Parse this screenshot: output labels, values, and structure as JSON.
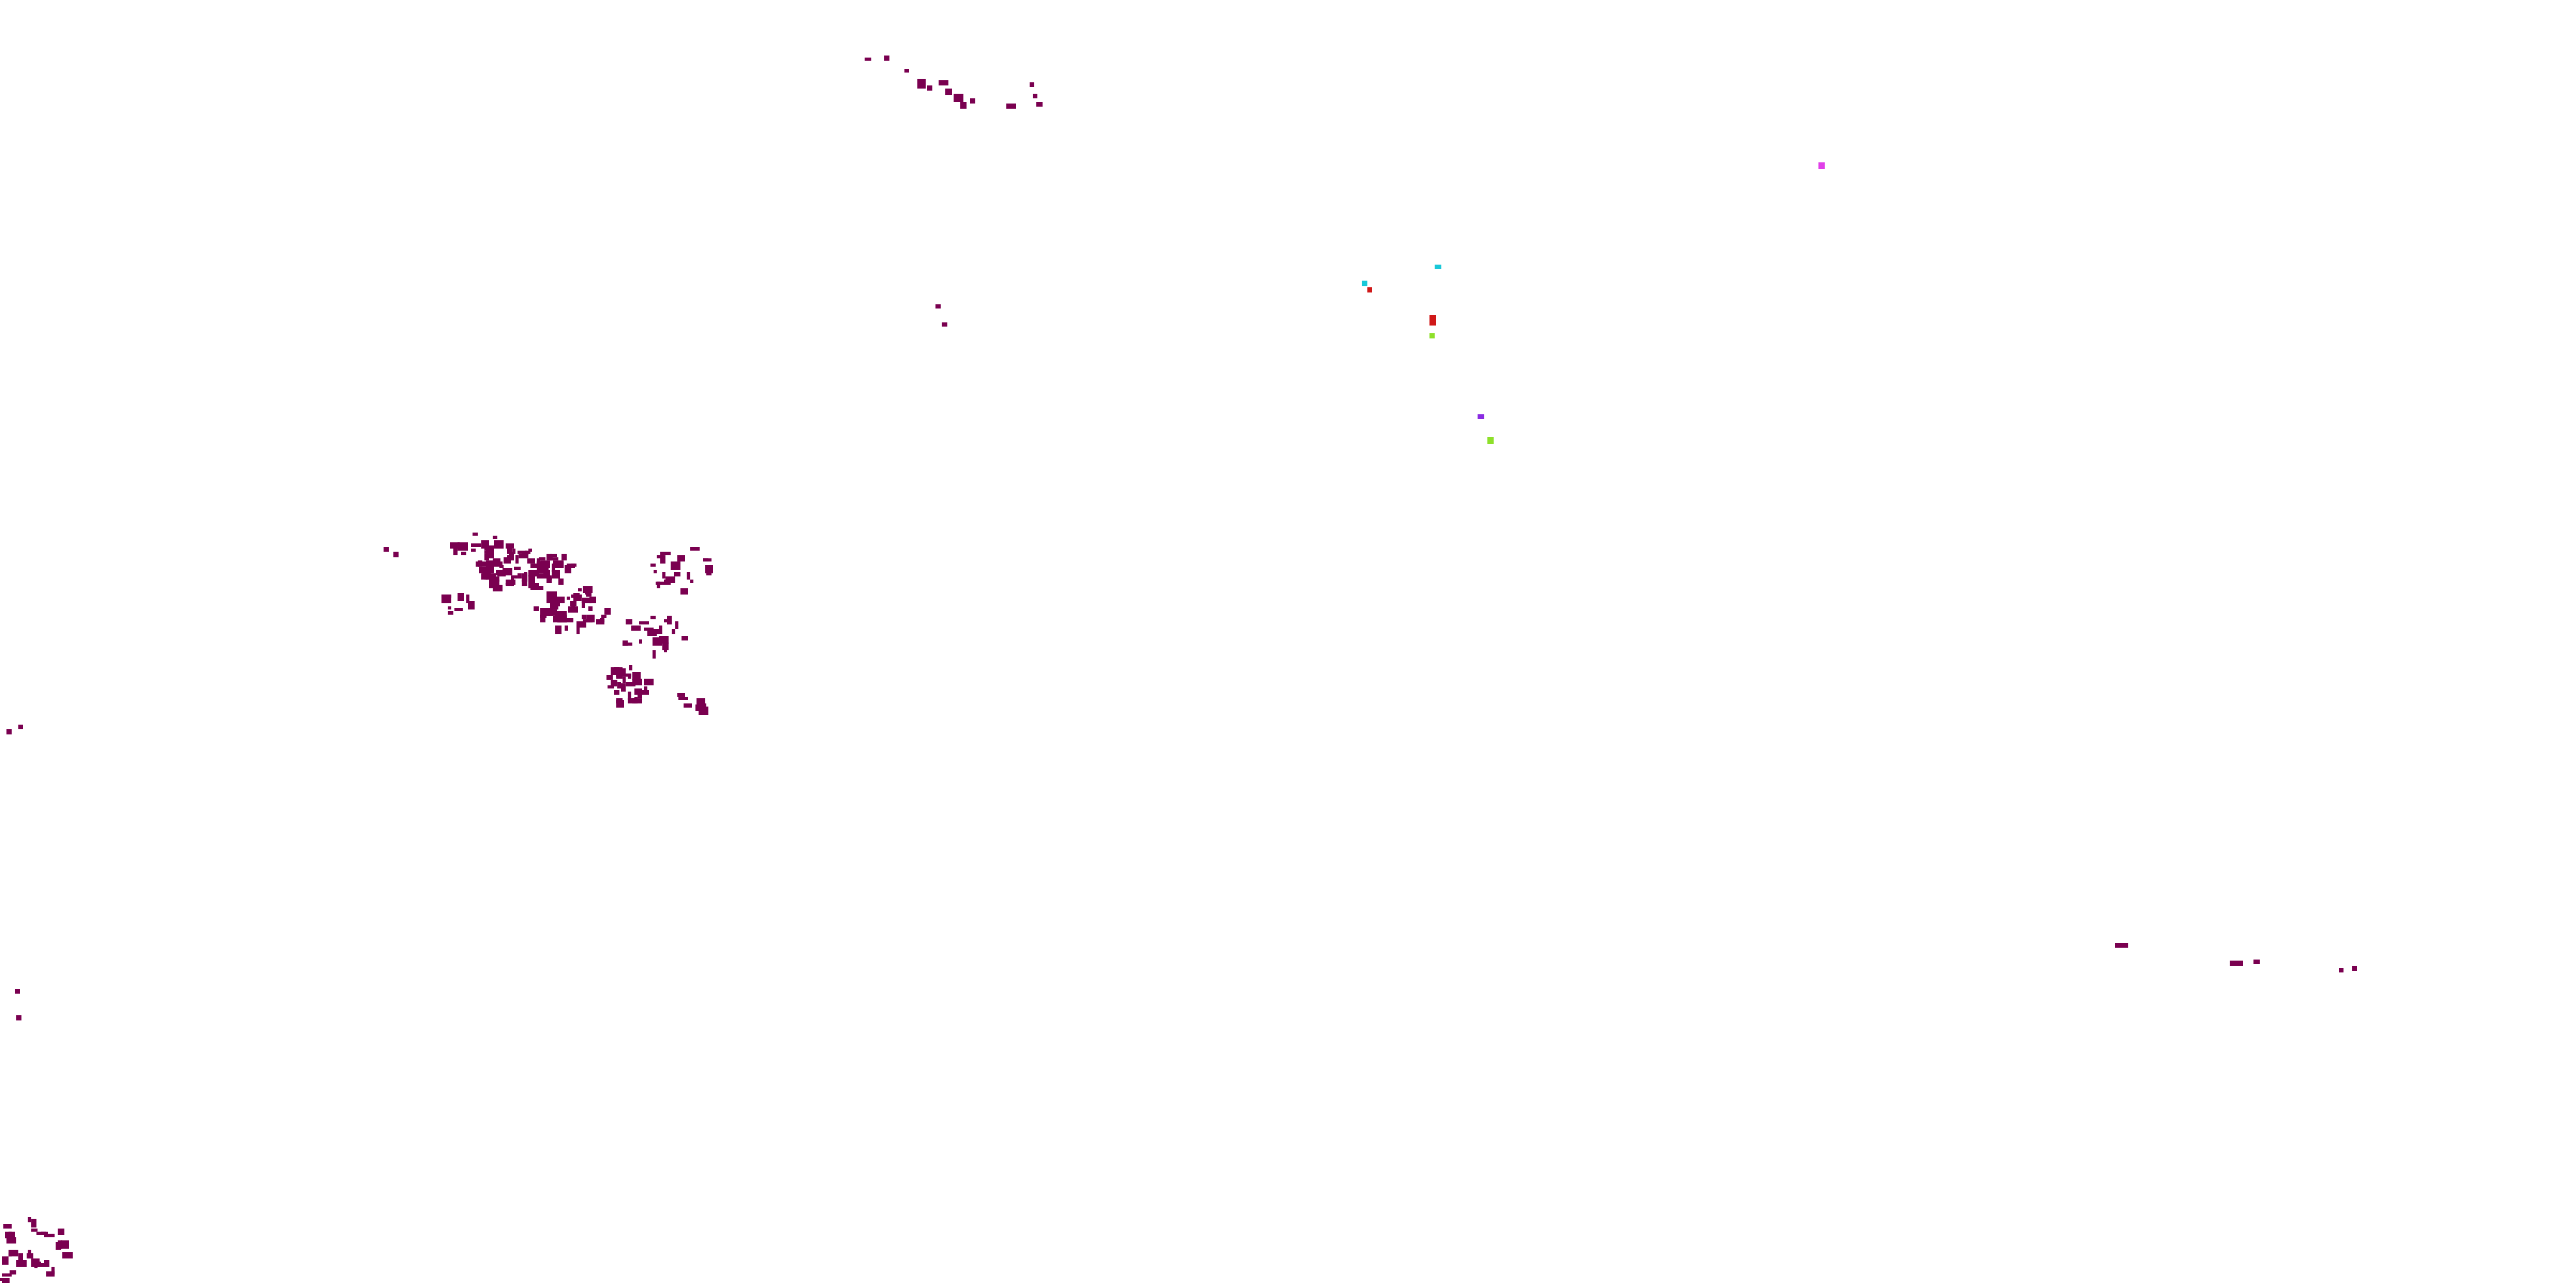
{
  "colors": {
    "background": "#ffffff",
    "primary_cluster": "#7a0050",
    "cyan": "#19c8d8",
    "red": "#d01818",
    "lime": "#8ee02a",
    "purple": "#8a2be2",
    "magenta": "#e040e8"
  },
  "layers": [
    {
      "name": "primary-cluster",
      "color_key": "primary_cluster"
    },
    {
      "name": "cyan-markers",
      "color_key": "cyan"
    },
    {
      "name": "red-markers",
      "color_key": "red"
    },
    {
      "name": "lime-markers",
      "color_key": "lime"
    },
    {
      "name": "purple-markers",
      "color_key": "purple"
    },
    {
      "name": "magenta-markers",
      "color_key": "magenta"
    }
  ]
}
